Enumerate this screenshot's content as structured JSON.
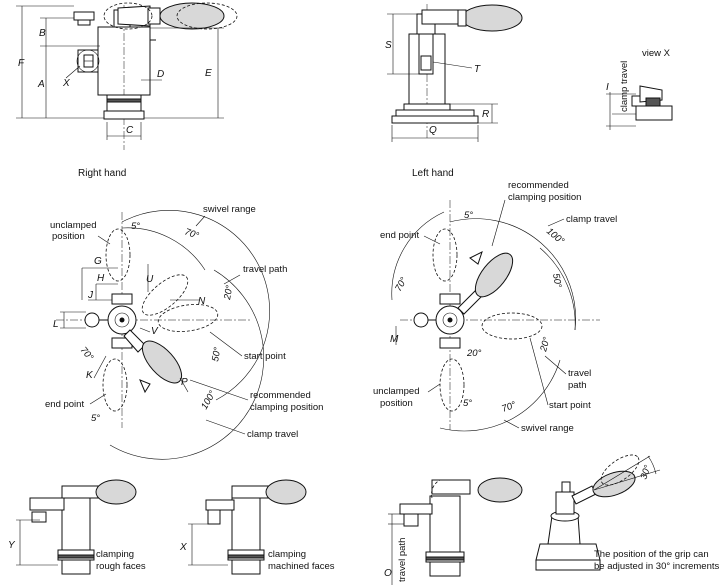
{
  "views": {
    "right_hand_title": "Right hand",
    "left_hand_title": "Left hand",
    "view_x_title": "view X"
  },
  "dimensions": {
    "A": "A",
    "B": "B",
    "C": "C",
    "D": "D",
    "E": "E",
    "F": "F",
    "X": "X",
    "S": "S",
    "T": "T",
    "R": "R",
    "Q": "Q",
    "I": "I",
    "G": "G",
    "H": "H",
    "J": "J",
    "L": "L",
    "U": "U",
    "N": "N",
    "V": "V",
    "K": "K",
    "P": "P",
    "M": "M",
    "O": "O",
    "Y": "Y"
  },
  "view_x": {
    "clamp_travel": "clamp travel"
  },
  "right_hand": {
    "swivel_range": "swivel range",
    "unclamped_position": [
      "unclamped",
      "position"
    ],
    "travel_path": "travel path",
    "start_point": "start point",
    "recommended_clamping_position": [
      "recommended",
      "clamping position"
    ],
    "end_point": "end point",
    "clamp_travel": "clamp travel",
    "angles": {
      "a5_top": "5°",
      "a70_top": "70°",
      "a20": "20°",
      "a70_left": "70°",
      "a50": "50°",
      "a100": "100°",
      "a5_bottom": "5°"
    }
  },
  "left_hand": {
    "recommended_clamping_position": [
      "recommended",
      "clamping position"
    ],
    "clamp_travel": "clamp travel",
    "end_point": "end point",
    "travel_path": [
      "travel",
      "path"
    ],
    "start_point": "start point",
    "unclamped_position": [
      "unclamped",
      "position"
    ],
    "swivel_range": "swivel range",
    "angles": {
      "a5_top": "5°",
      "a100": "100°",
      "a70_left": "70°",
      "a50": "50°",
      "a20_right": "20°",
      "a20_bottom": "20°",
      "a5_bottom": "5°",
      "a70_bottom": "70°"
    }
  },
  "bottom": {
    "clamping_rough_faces": [
      "clamping",
      "rough faces"
    ],
    "clamping_machined_faces": [
      "clamping",
      "machined faces"
    ],
    "travel_path": "travel path",
    "angle_30": "30°",
    "grip_adjust_note": [
      "The position of the grip can",
      "be adjusted in 30° increments"
    ]
  }
}
